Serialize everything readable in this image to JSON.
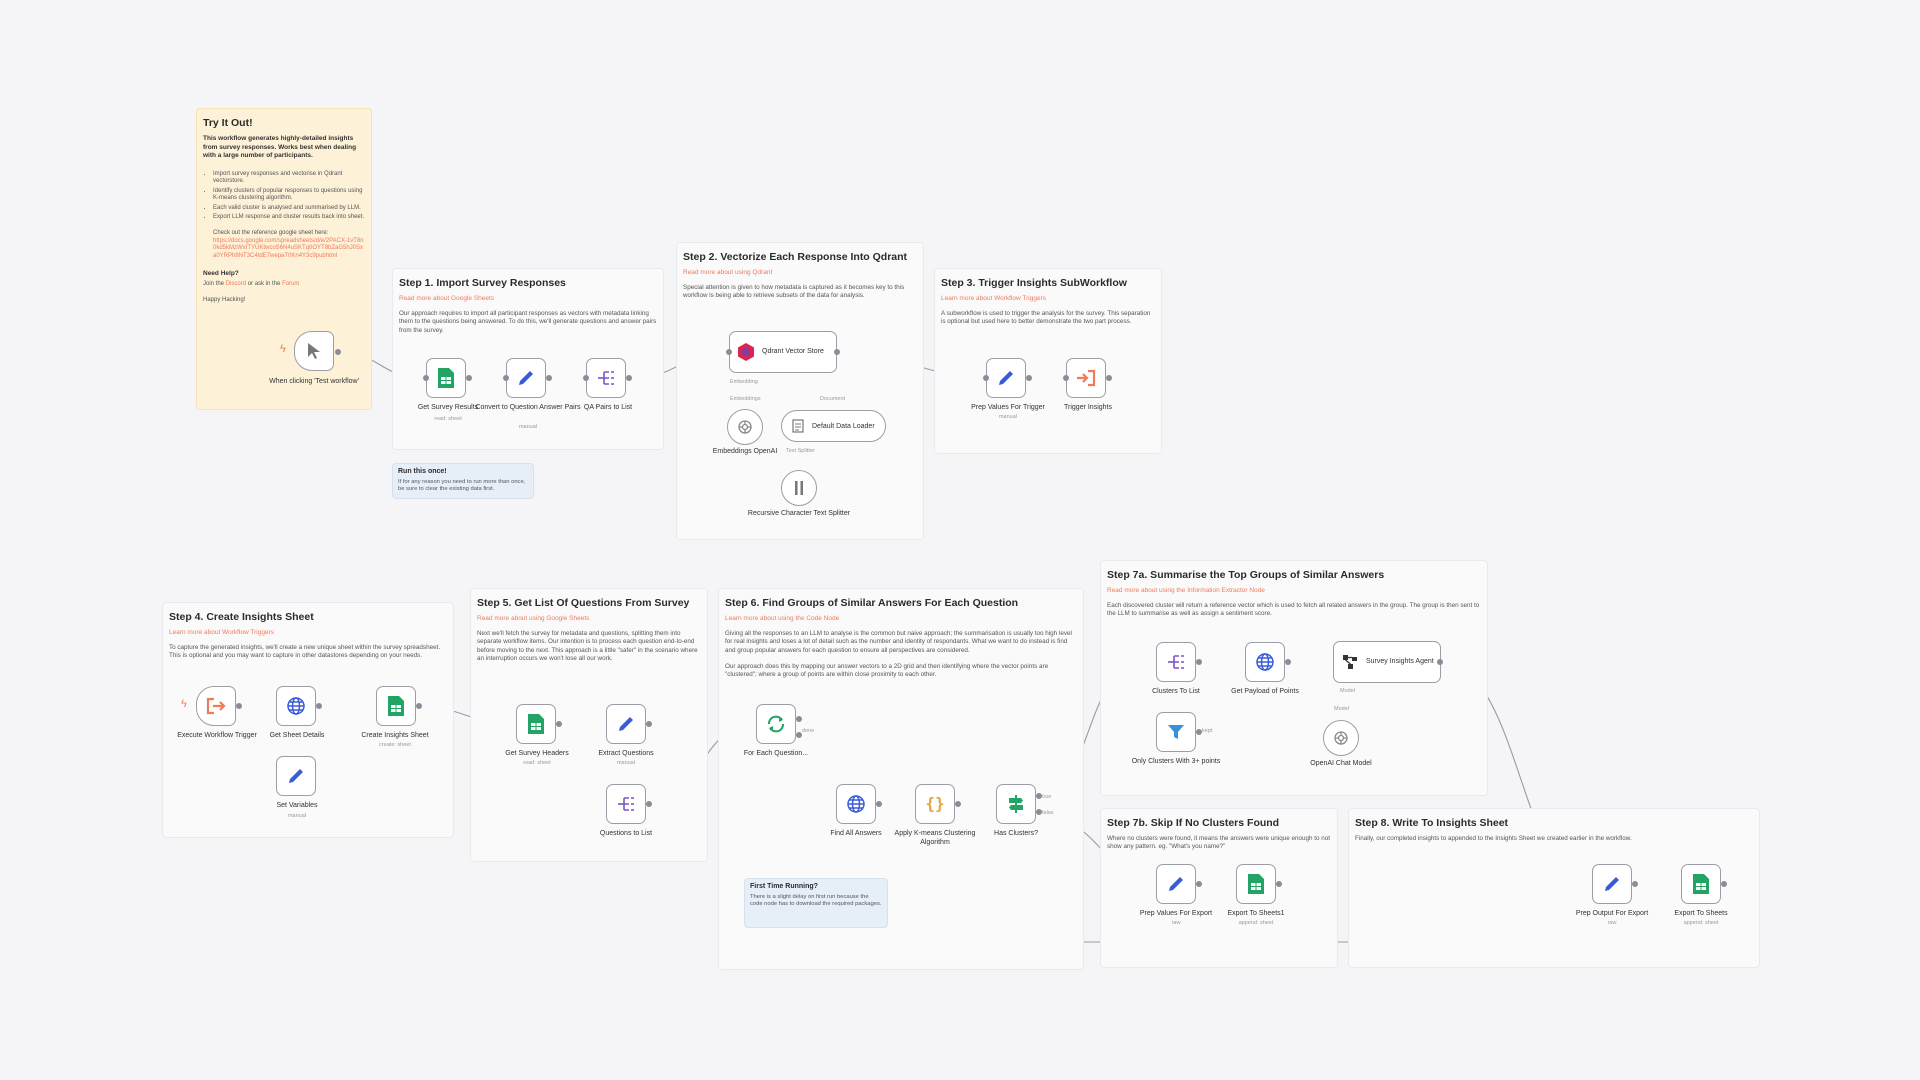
{
  "try_it_out": {
    "title": "Try It Out!",
    "intro": "This workflow generates highly-detailed insights from survey responses. Works best when dealing with a large number of participants.",
    "bullets": [
      "Import survey responses and vectorise in Qdrant vectorstore.",
      "Identify clusters of popular responses to questions using K-means clustering algorithm.",
      "Each valid cluster is analysed and summarised by LLM.",
      "Export LLM response and cluster results back into sheet."
    ],
    "sheet_line": "Check out the reference google sheet here:",
    "sheet_url": "https://docs.google.com/spreadsheets/d/e/2PACX-1vT8n0kd5kMzWxITYUKtwcoS6N4uSKTq0OYT8bZaG5hJ0Sxa0YRPh8NT3C4tdE7wepaT0Kn4Y3c9pubhtml",
    "need_help": "Need Help?",
    "join_prefix": "Join the",
    "discord": "Discord",
    "ask_in": "or ask in the",
    "forum": "Forum",
    "happy": "Happy Hacking!"
  },
  "steps": {
    "s1": {
      "title": "Step 1. Import Survey Responses",
      "link": "Read more about Google Sheets",
      "desc": "Our approach requires to import all participant responses as vectors with metadata linking them to the questions being answered. To do this, we'll generate questions and answer pairs from the survey."
    },
    "s2": {
      "title": "Step 2. Vectorize Each Response Into Qdrant",
      "link": "Read more about using Qdrant",
      "desc": "Special attention is given to how metadata is captured as it becomes key to this workflow is being able to retrieve subsets of the data for analysis."
    },
    "s3": {
      "title": "Step 3. Trigger Insights SubWorkflow",
      "link": "Learn more about Workflow Triggers",
      "desc": "A subworkflow is used to trigger the analysis for the survey. This separation is optional but used here to better demonstrate the two part process."
    },
    "s4": {
      "title": "Step 4. Create Insights Sheet",
      "link": "Learn more about Workflow Triggers",
      "desc": "To capture the generated insights, we'll create a new unique sheet within the survey spreadsheet. This is optional and you may want to capture in other datastores depending on your needs."
    },
    "s5": {
      "title": "Step 5. Get List Of Questions From Survey",
      "link": "Read more about using Google Sheets",
      "desc": "Next we'll fetch the survey for metadata and questions, splitting them into separate workflow items. Our intention is to process each question end-to-end before moving to the next. This approach is a little \"safer\" in the scenario where an interruption occurs we won't lose all our work."
    },
    "s6": {
      "title": "Step 6. Find Groups of Similar Answers For Each Question",
      "link": "Learn more about using the Code Node",
      "desc": "Giving all the responses to an LLM to analyse is the common but naive approach; the summarisation is usually too high level for real insights and loses a lot of detail such as the number and identity of respondants. What we want to do instead is find and group popular answers for each question to ensure all perspectives are considered.",
      "desc2": "Our approach does this by mapping our answer vectors to a 2D grid and then identifying where the vector points are \"clustered\"; where a group of points are within close proximity to each other."
    },
    "s7a": {
      "title": "Step 7a. Summarise the Top Groups of Similar Answers",
      "link": "Read more about using the Information Extractor Node",
      "desc": "Each discovered cluster will return a reference vector which is used to fetch all related answers in the group. The group is then sent to the LLM to summarise as well as assign a sentiment score."
    },
    "s7b": {
      "title": "Step 7b. Skip If No Clusters Found",
      "desc": "Where no clusters were found, it means the answers were unique enough to not show any pattern. eg. \"What's you name?\""
    },
    "s8": {
      "title": "Step 8. Write To Insights Sheet",
      "desc": "Finally, our completed insights to appended to the Insights Sheet we created earlier in the workflow."
    },
    "run_once": {
      "title": "Run this once!",
      "desc": "If for any reason you need to run more than once, be sure to clear the existing data first."
    },
    "first_time": {
      "title": "First Time Running?",
      "desc": "There is a slight delay on first run because the code node has to download the required packages."
    }
  },
  "nodes": {
    "manual_trigger": {
      "label": "When clicking 'Test workflow'",
      "icon": "cursor-icon"
    },
    "get_survey_results": {
      "label": "Get Survey Results",
      "sub": "read: sheet",
      "icon": "google-sheets-icon"
    },
    "convert_qa": {
      "label": "Convert to Question Answer Pairs",
      "sub": "manual",
      "icon": "pencil-icon"
    },
    "qa_pairs_list": {
      "label": "QA Pairs to List",
      "icon": "split-icon"
    },
    "qdrant_store": {
      "label": "Qdrant Vector Store",
      "icon": "qdrant-icon"
    },
    "embeddings_openai": {
      "label": "Embeddings OpenAI",
      "icon": "openai-icon"
    },
    "default_loader": {
      "label": "Default Data Loader",
      "icon": "document-icon"
    },
    "text_splitter": {
      "label": "Recursive Character Text Splitter",
      "icon": "splitter-icon"
    },
    "prep_trigger": {
      "label": "Prep Values For Trigger",
      "sub": "manual",
      "icon": "pencil-icon"
    },
    "trigger_insights": {
      "label": "Trigger Insights",
      "icon": "execute-icon"
    },
    "exec_trigger": {
      "label": "Execute Workflow Trigger",
      "icon": "sign-in-icon"
    },
    "get_sheet_details": {
      "label": "Get Sheet Details",
      "icon": "globe-icon"
    },
    "create_insights_sheet": {
      "label": "Create Insights Sheet",
      "sub": "create: sheet",
      "icon": "google-sheets-icon"
    },
    "set_variables": {
      "label": "Set Variables",
      "sub": "manual",
      "icon": "pencil-icon"
    },
    "get_survey_headers": {
      "label": "Get Survey Headers",
      "sub": "read: sheet",
      "icon": "google-sheets-icon"
    },
    "extract_questions": {
      "label": "Extract Questions",
      "sub": "manual",
      "icon": "pencil-icon"
    },
    "questions_list": {
      "label": "Questions to List",
      "icon": "split-icon"
    },
    "for_each": {
      "label": "For Each Question...",
      "icon": "loop-icon"
    },
    "find_all_answers": {
      "label": "Find All Answers",
      "icon": "globe-icon"
    },
    "kmeans": {
      "label": "Apply K-means Clustering Algorithm",
      "icon": "code-icon"
    },
    "has_clusters": {
      "label": "Has Clusters?",
      "icon": "if-icon"
    },
    "clusters_list": {
      "label": "Clusters To List",
      "icon": "split-icon"
    },
    "get_payload": {
      "label": "Get Payload of Points",
      "icon": "globe-icon"
    },
    "survey_agent": {
      "label": "Survey Insights Agent",
      "icon": "agent-icon"
    },
    "only_clusters": {
      "label": "Only Clusters With 3+ points",
      "icon": "filter-icon"
    },
    "openai_chat": {
      "label": "OpenAI Chat Model",
      "icon": "openai-icon"
    },
    "prep_export": {
      "label": "Prep Values For Export",
      "sub": "raw",
      "icon": "pencil-icon"
    },
    "export_sheets1": {
      "label": "Export To Sheets1",
      "sub": "append: sheet",
      "icon": "google-sheets-icon"
    },
    "prep_output": {
      "label": "Prep Output For Export",
      "sub": "raw",
      "icon": "pencil-icon"
    },
    "export_sheets": {
      "label": "Export To Sheets",
      "sub": "append: sheet",
      "icon": "google-sheets-icon"
    }
  },
  "connector_labels": {
    "embedding": "Embedding",
    "embeddings": "Embeddings",
    "document": "Document",
    "text_splitter": "Text Splitter",
    "done": "done",
    "true": "true",
    "false": "false",
    "kept": "kept",
    "model": "Model"
  },
  "colors": {
    "canvas": "#f5f5f7",
    "sticky": "#fafafb",
    "sticky_yellow": "#fdf1d8",
    "sticky_blue": "#e6eef8",
    "link": "#ee7b5a",
    "sheets_green": "#21a464",
    "accent_blue": "#3a5bd9",
    "purple": "#7a55c9",
    "orange": "#ee7b5a",
    "yellow": "#e8a23c"
  }
}
